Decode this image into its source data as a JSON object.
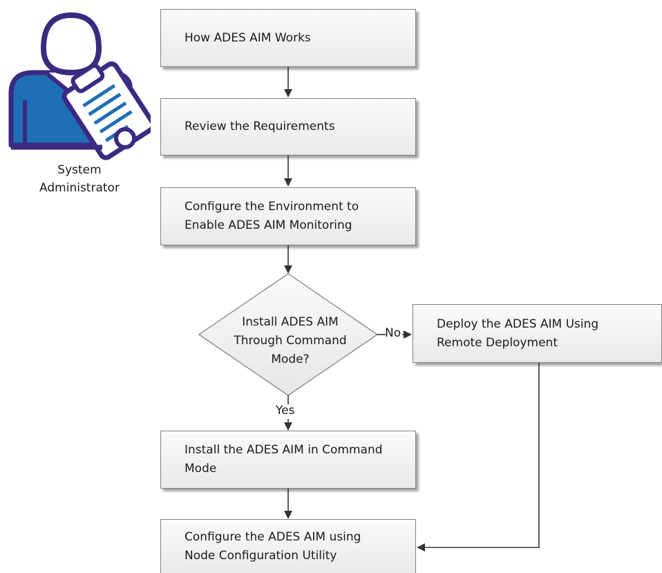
{
  "persona": {
    "icon": "system-administrator-icon",
    "caption": "System\nAdministrator"
  },
  "steps": {
    "how_it_works": "How ADES AIM Works",
    "review_requirements": "Review the Requirements",
    "configure_environment": "Configure the Environment to\nEnable ADES AIM Monitoring",
    "decision": "Install ADES AIM\nThrough Command\nMode?",
    "remote_deployment": "Deploy the ADES AIM Using\nRemote Deployment",
    "install_command_mode": "Install the ADES AIM in Command\nMode",
    "configure_node": "Configure the ADES AIM using\nNode Configuration Utility"
  },
  "branches": {
    "no": "No",
    "yes": "Yes"
  },
  "colors": {
    "icon_stroke": "#3b2a80",
    "icon_fill": "#1f6fb5",
    "box_border": "#7f7f7f",
    "connector": "#333333"
  }
}
